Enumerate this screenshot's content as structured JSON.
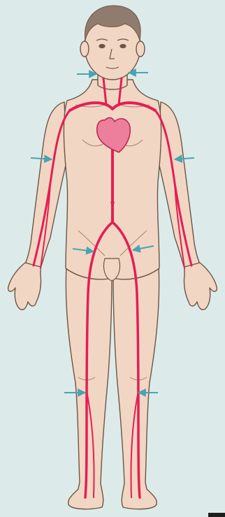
{
  "colors": {
    "background": "#dcebea",
    "skin": "#f2d6c4",
    "skin_shadow": "#e6bfa8",
    "outline": "#6e5444",
    "hair": "#8f7c6e",
    "artery": "#e51e52",
    "heart": "#ee7f9c",
    "heart_outline": "#b8224a",
    "pressure_arrow": "#4aa3b2"
  },
  "figure": {
    "subject": "child-body-front-view",
    "system_shown": "major-arteries",
    "pressure_points": [
      {
        "name": "pressure-point-neck-left",
        "icon": "arrow-right-icon"
      },
      {
        "name": "pressure-point-neck-right",
        "icon": "arrow-left-icon"
      },
      {
        "name": "pressure-point-upper-arm-left",
        "icon": "arrow-right-icon"
      },
      {
        "name": "pressure-point-upper-arm-right",
        "icon": "arrow-left-icon"
      },
      {
        "name": "pressure-point-groin-left",
        "icon": "arrow-right-icon"
      },
      {
        "name": "pressure-point-groin-right",
        "icon": "arrow-left-icon"
      },
      {
        "name": "pressure-point-knee-left",
        "icon": "arrow-right-icon"
      },
      {
        "name": "pressure-point-knee-right",
        "icon": "arrow-left-icon"
      }
    ]
  }
}
